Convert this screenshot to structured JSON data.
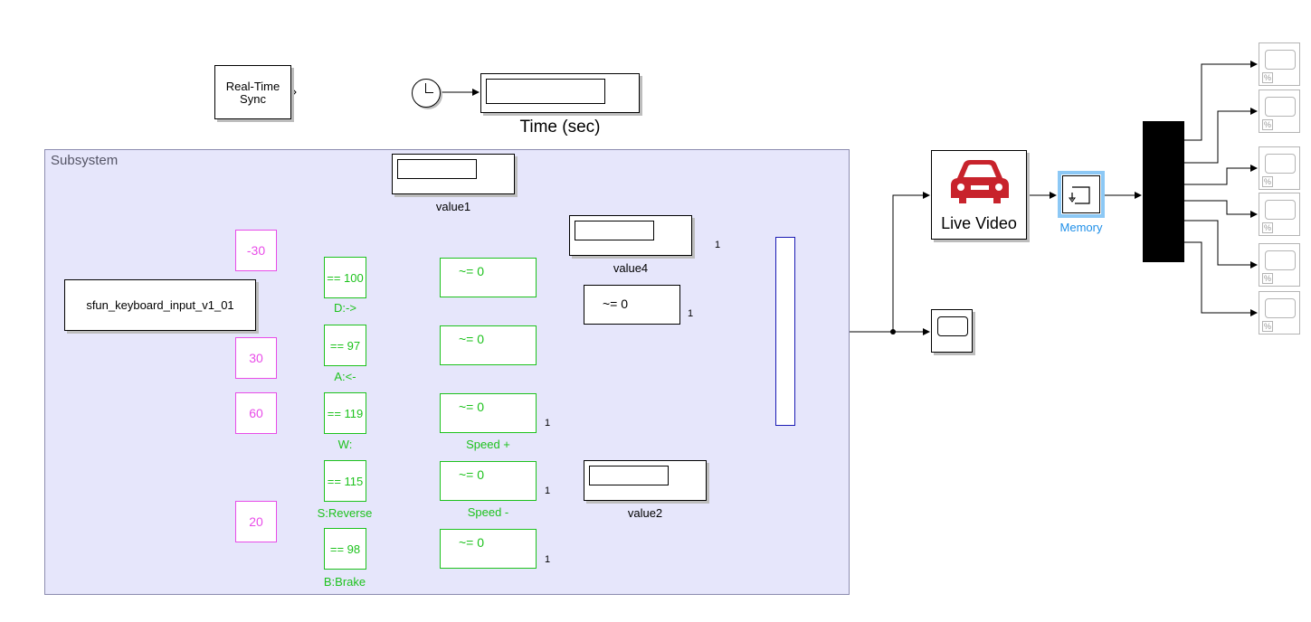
{
  "blocks": {
    "realtime_sync": {
      "label": "Real-Time\nSync",
      "line1": "Real-Time",
      "line2": "Sync"
    },
    "time_display": {
      "caption": "Time (sec)"
    },
    "subsystem": {
      "title": "Subsystem"
    },
    "keyboard_input": {
      "label": "sfun_keyboard_input_v1_01"
    },
    "constants": [
      {
        "value": "-30"
      },
      {
        "value": "30"
      },
      {
        "value": "60"
      },
      {
        "value": "20"
      }
    ],
    "comparisons": [
      {
        "expr": "== 100",
        "caption": "D:->"
      },
      {
        "expr": "== 97",
        "caption": "A:<-"
      },
      {
        "expr": "== 119",
        "caption": "W:"
      },
      {
        "expr": "== 115",
        "caption": "S:Reverse"
      },
      {
        "expr": "== 98",
        "caption": "B:Brake"
      }
    ],
    "switches": [
      {
        "criteria": "~= 0",
        "caption": ""
      },
      {
        "criteria": "~= 0",
        "caption": ""
      },
      {
        "criteria": "~= 0",
        "caption": "Speed +"
      },
      {
        "criteria": "~= 0",
        "caption": "Speed -"
      },
      {
        "criteria": "~= 0",
        "caption": ""
      }
    ],
    "steer_switch": {
      "criteria": "~= 0"
    },
    "displays": [
      {
        "caption": "value1"
      },
      {
        "caption": "value4"
      },
      {
        "caption": "value2"
      }
    ],
    "port_numbers": {
      "one": "1"
    },
    "live_video": {
      "label": "Live Video"
    },
    "memory": {
      "caption": "Memory"
    },
    "scope_icon_text": "%"
  },
  "colors": {
    "subsystem_bg": "#e6e6fb",
    "constant": "#e84ce8",
    "compare": "#1dc21d",
    "memory_highlight": "#4aa9f0",
    "car": "#c8232c",
    "mux": "#1a1ab4",
    "demux": "#000000",
    "scope_gray": "#b4b4b4"
  }
}
